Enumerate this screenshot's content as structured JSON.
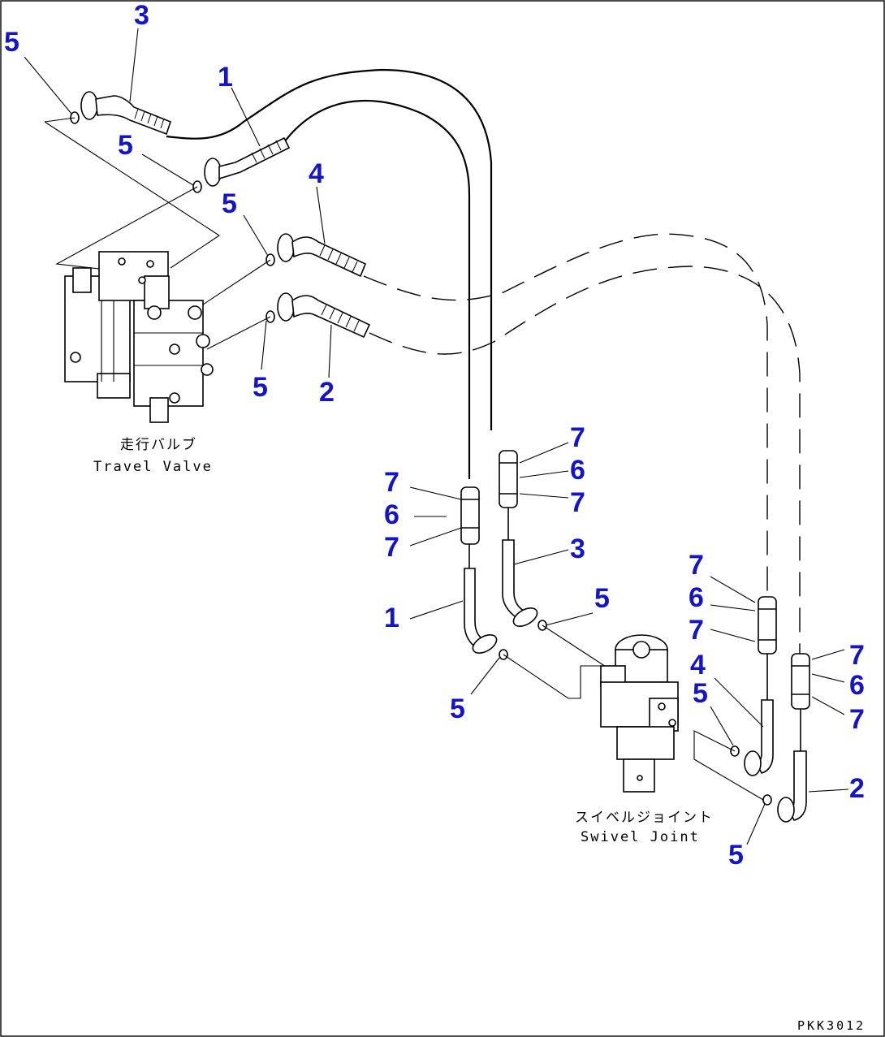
{
  "callouts": {
    "c5_topleft": "5",
    "c3_top": "3",
    "c1_top": "1",
    "c5_mid": "5",
    "c4_mid": "4",
    "c5_valve1": "5",
    "c5_valve2": "5",
    "c2_mid": "2",
    "c7_a": "7",
    "c6_a": "6",
    "c7_b": "7",
    "c7_c": "7",
    "c6_b": "6",
    "c7_d": "7",
    "c3_low": "3",
    "c5_low": "5",
    "c1_low": "1",
    "c5_bottom": "5",
    "c7_e": "7",
    "c6_c": "6",
    "c7_f": "7",
    "c4_low": "4",
    "c5_right": "5",
    "c7_g": "7",
    "c6_d": "6",
    "c7_h": "7",
    "c2_low": "2",
    "c5_br": "5"
  },
  "labels": {
    "travel_valve_jp": "走行バルブ",
    "travel_valve_en": "Travel Valve",
    "swivel_joint_jp": "スイベルジョイント",
    "swivel_joint_en": "Swivel Joint",
    "drawing_code": "PKK3012"
  },
  "colors": {
    "callout": "#1515c8",
    "line": "#000000",
    "background": "#ffffff"
  }
}
